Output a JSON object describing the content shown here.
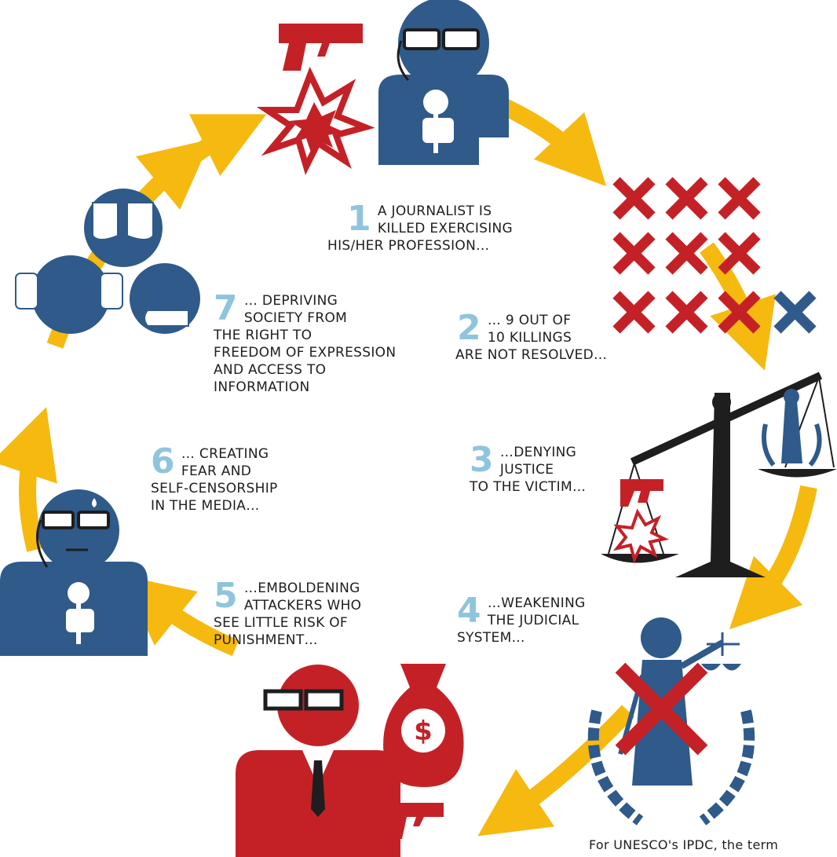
{
  "colors": {
    "arrow": "#f6b90f",
    "red": "#c42127",
    "blue": "#2f5a8a",
    "black": "#1e1e1e",
    "number": "#8fc5dc"
  },
  "steps": [
    {
      "num": "1",
      "lines": [
        "A JOURNALIST IS",
        "KILLED EXERCISING",
        "HIS/HER PROFESSION…"
      ]
    },
    {
      "num": "2",
      "lines": [
        "… 9 OUT OF",
        "10 KILLINGS",
        "ARE NOT RESOLVED…"
      ]
    },
    {
      "num": "3",
      "lines": [
        "…DENYING",
        "JUSTICE",
        "TO THE VICTIM…"
      ]
    },
    {
      "num": "4",
      "lines": [
        "…WEAKENING",
        "THE JUDICIAL",
        "SYSTEM…"
      ]
    },
    {
      "num": "5",
      "lines": [
        "…EMBOLDENING",
        "ATTACKERS WHO",
        "SEE LITTLE RISK OF",
        "PUNISHMENT…"
      ]
    },
    {
      "num": "6",
      "lines": [
        "… CREATING",
        "FEAR AND",
        "SELF-CENSORSHIP",
        "IN THE MEDIA…"
      ]
    },
    {
      "num": "7",
      "lines": [
        "… DEPRIVING",
        "SOCIETY FROM",
        "THE RIGHT TO",
        "FREEDOM OF EXPRESSION",
        "AND ACCESS TO",
        "INFORMATION"
      ]
    }
  ],
  "icons": {
    "journalist": "journalist-icon",
    "gun": "gun-icon",
    "explosion": "explosion-icon",
    "unresolved_marks": "x-marks-icon",
    "scales": "scales-of-justice-icon",
    "lady_justice": "lady-justice-icon",
    "attacker": "attacker-icon",
    "money_bag": "money-bag-icon",
    "worried_journalist": "worried-journalist-icon",
    "see_hear_speak_no_evil": "see-hear-speak-no-evil-icon"
  },
  "money_symbol": "$",
  "footnote": "For UNESCO's IPDC, the term"
}
